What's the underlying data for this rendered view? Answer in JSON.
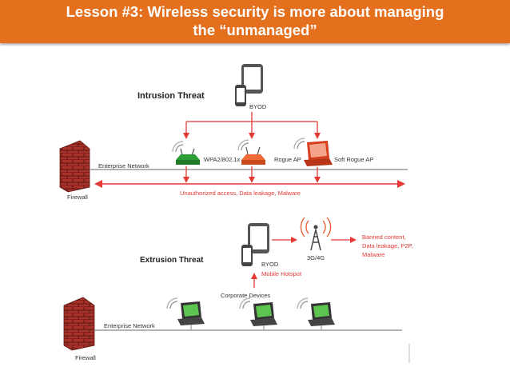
{
  "header": {
    "line1": "Lesson #3: Wireless security is more about managing",
    "line2": "the “unmanaged”"
  },
  "intrusion": {
    "title": "Intrusion Threat",
    "byod": "BYOD",
    "network": "Enterprise Network",
    "firewall": "Firewall",
    "ap1": "WPA2/802.1x",
    "ap2": "Rogue AP",
    "ap3": "Soft Rogue AP",
    "risk": "Unauthorized access, Data leakage,  Malware"
  },
  "extrusion": {
    "title": "Extrusion Threat",
    "byod": "BYOD",
    "hotspot": "Mobile Hotspot",
    "cell": "3G/4G",
    "risk_lines": [
      "Banned content,",
      "Data leakage, P2P,",
      "Malware"
    ],
    "corporate": "Corporate Devices",
    "network": "Enterprise Network",
    "firewall": "Firewall"
  },
  "colors": {
    "header": "#e4701e",
    "red": "#e53935",
    "green": "#3aa835",
    "orange": "#e8552a"
  }
}
